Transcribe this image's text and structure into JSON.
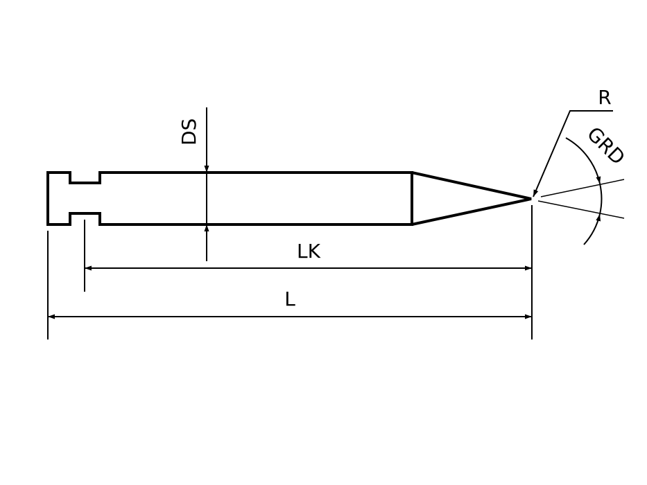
{
  "labels": {
    "ds": "DS",
    "lk": "LK",
    "l": "L",
    "r": "R",
    "grd": "GRD"
  },
  "colors": {
    "line": "#000000",
    "background": "#ffffff"
  }
}
